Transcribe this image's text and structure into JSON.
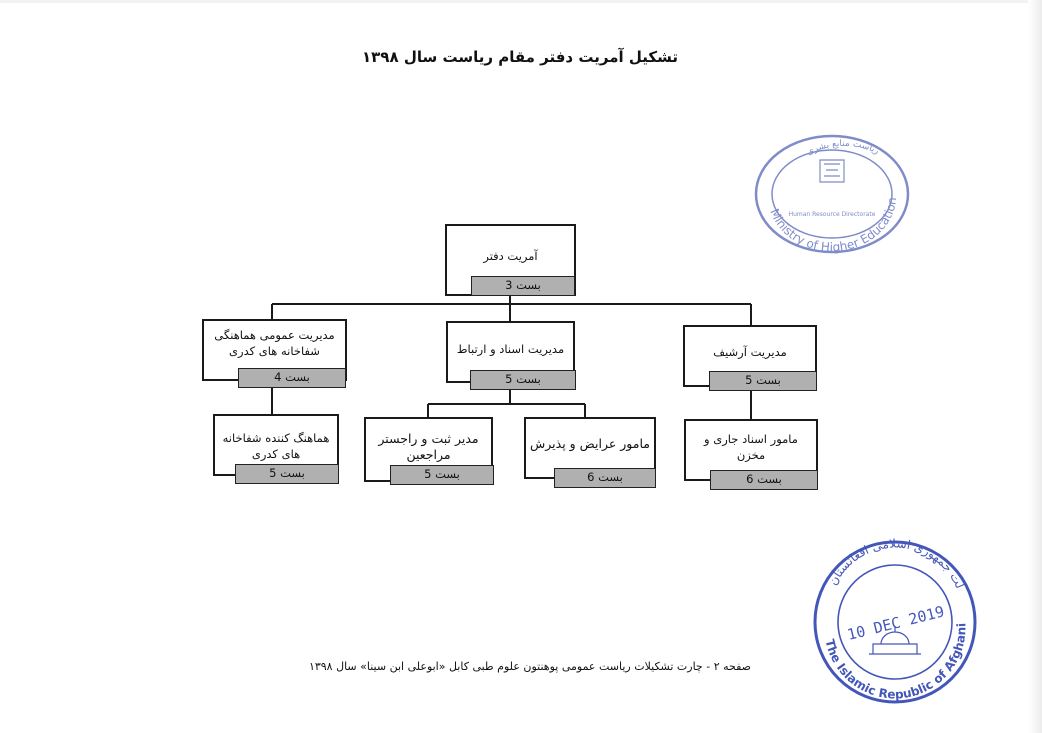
{
  "title": "تشکیل آمریت دفتر مقام ریاست سال ۱۳۹۸",
  "footer": "صفحه ۲ - چارت تشکیلات ریاست عمومی پوهنتون علوم طبی کابل «ابوعلی ابن سینا» سال ۱۳۹۸",
  "nodes": {
    "root": {
      "label": "آمریت دفتر",
      "grade": "بست 3"
    },
    "archive_dept": {
      "label": "مدیریت آرشیف",
      "grade": "بست 5"
    },
    "documents_dept": {
      "label": "مدیریت اسناد و ارتباط",
      "grade": "بست 5"
    },
    "coordination_dept": {
      "label": "مدیریت عمومی هماهنگی شفاخانه های کدری",
      "grade": "بست 4"
    },
    "archive_officer": {
      "label": "مامور اسناد جاری و مخزن",
      "grade": "بست 6"
    },
    "petitions_officer": {
      "label": "مامور عرایض و پذیرش",
      "grade": "بست 6"
    },
    "registration_manager": {
      "label": "مدیر ثبت و راجستر مراجعین",
      "grade": "بست 5"
    },
    "hospital_coordinator": {
      "label": "هماهنگ کننده شفاخانه های کدری",
      "grade": "بست 5"
    }
  },
  "stamps": {
    "ministry": {
      "outer_text": "Ministry of Higher Education",
      "inner_text": "Human Resource Directorate",
      "persian_text": "ریاست منابع بشری",
      "color": "#5566b8"
    },
    "government": {
      "date": "10 DEC 2019",
      "outer_text": "The Islamic Republic of Afghanistan",
      "persian_text": "دولت جمهوری اسلامی افغانستان",
      "color": "#2a3fb0"
    }
  }
}
